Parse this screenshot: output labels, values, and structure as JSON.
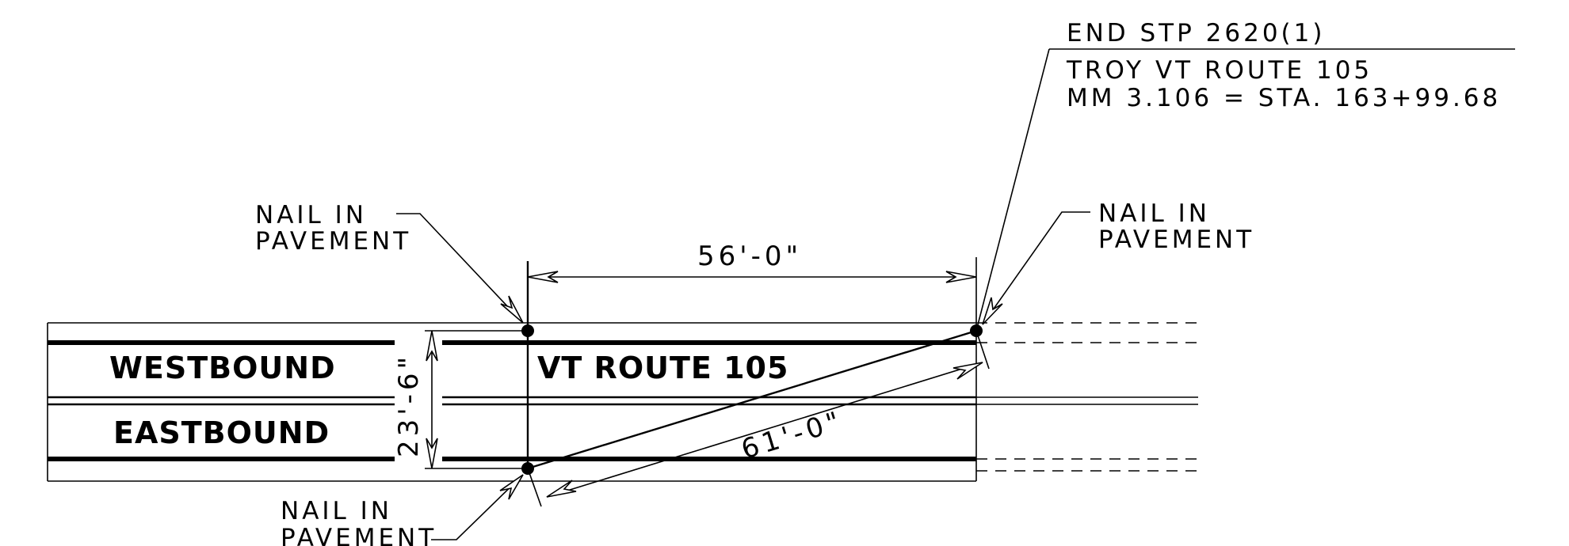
{
  "callout_end": {
    "title": "END STP 2620(1)",
    "line1": "TROY VT ROUTE 105",
    "line2": "MM 3.106 = STA. 163+99.68"
  },
  "nail_labels": {
    "top_left": {
      "line1": "NAIL IN",
      "line2": "PAVEMENT"
    },
    "top_right": {
      "line1": "NAIL IN",
      "line2": "PAVEMENT"
    },
    "bottom_left": {
      "line1": "NAIL IN",
      "line2": "PAVEMENT"
    }
  },
  "dimensions": {
    "horizontal": "56'-0\"",
    "vertical": "23'-6\"",
    "diagonal": "61'-0\""
  },
  "lanes": {
    "westbound": "WESTBOUND",
    "eastbound": "EASTBOUND",
    "route": "VT ROUTE 105"
  }
}
